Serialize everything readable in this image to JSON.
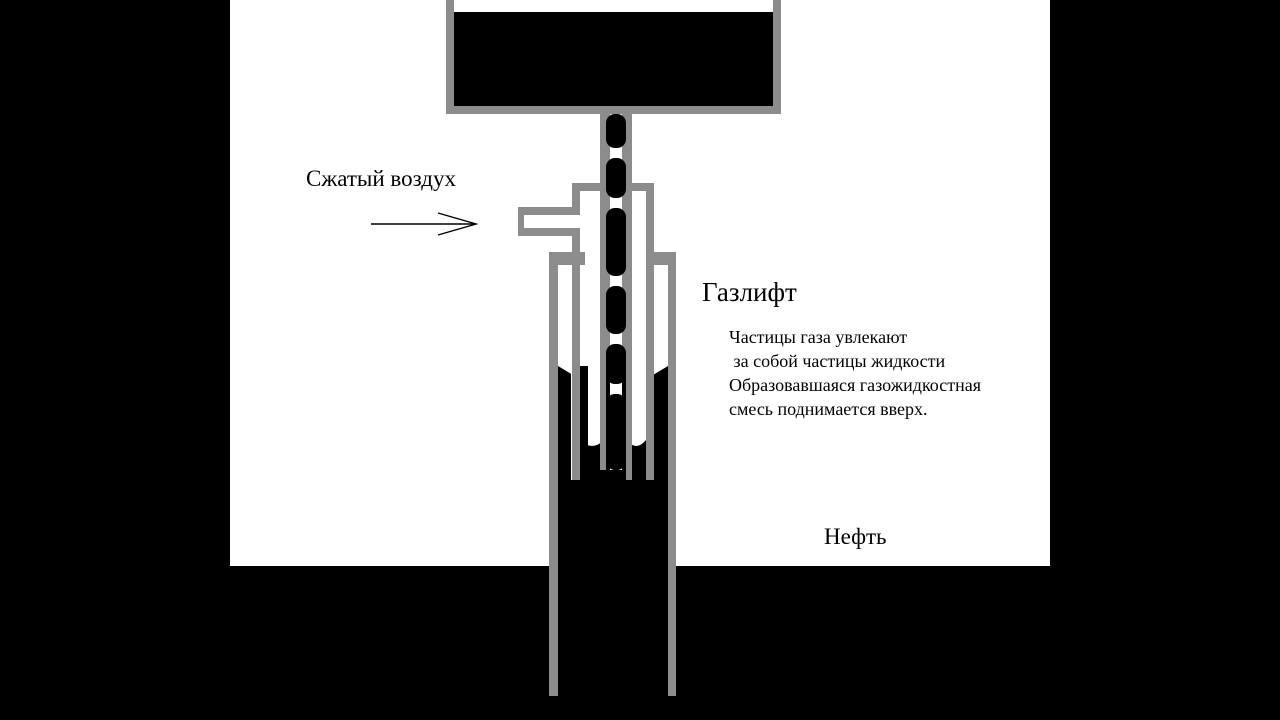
{
  "labels": {
    "compressed_air": "Сжатый воздух",
    "title": "Газлифт",
    "description": [
      "Частицы газа увлекают",
      " за собой частицы жидкости",
      "Образовавшаяся газожидкостная",
      "смесь поднимается вверх."
    ],
    "oil": "Нефть"
  },
  "colors": {
    "background": "#000000",
    "panel": "#ffffff",
    "oil": "#000000",
    "pipe_wall": "#8c8c8c",
    "arrow": "#000000"
  },
  "icons": {
    "flow_arrow": "right-arrow-icon"
  }
}
